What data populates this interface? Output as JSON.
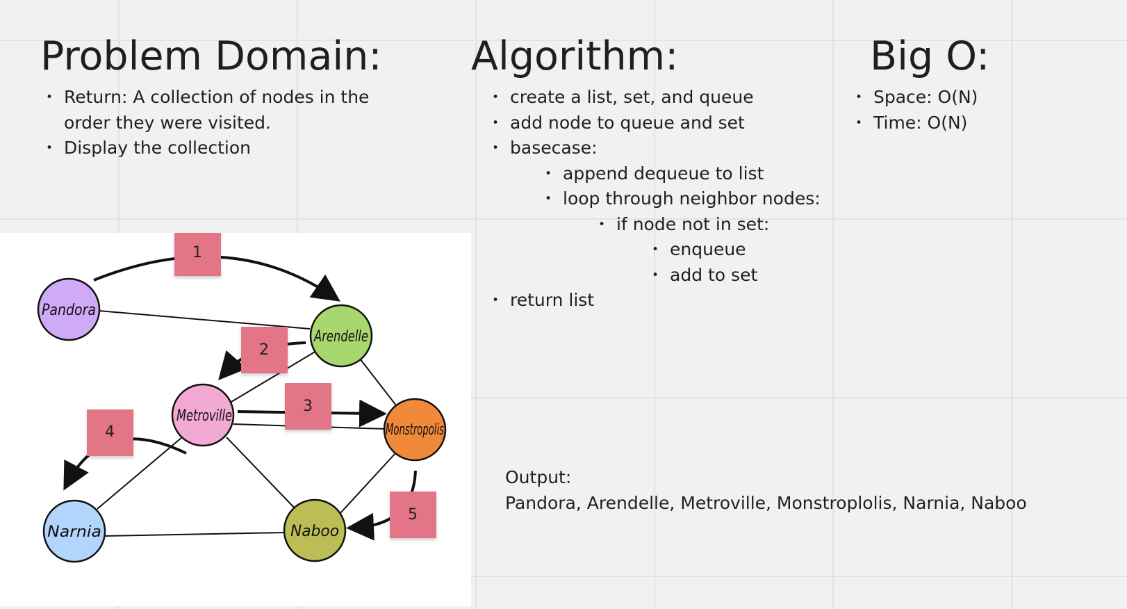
{
  "problem_domain": {
    "title": "Problem Domain:",
    "items": [
      "Return: A collection of nodes in the",
      "order they were visited.",
      "Display the collection"
    ]
  },
  "algorithm": {
    "title": "Algorithm:",
    "items": [
      "create a list, set, and queue",
      "add node to queue and set",
      "basecase:",
      "append dequeue to list",
      "loop through neighbor nodes:",
      "if node not in set:",
      "enqueue",
      "add to set",
      "return list"
    ]
  },
  "big_o": {
    "title": "Big O:",
    "items": [
      "Space: O(N)",
      "Time: O(N)"
    ]
  },
  "output": {
    "label": "Output:",
    "value": "Pandora, Arendelle, Metroville, Monstroplolis, Narnia, Naboo"
  },
  "graph": {
    "nodes": [
      {
        "id": "pandora",
        "label": "Pandora",
        "color": "#cfaaf7"
      },
      {
        "id": "arendelle",
        "label": "Arendelle",
        "color": "#a8d66f"
      },
      {
        "id": "metroville",
        "label": "Metroville",
        "color": "#f2a9d3"
      },
      {
        "id": "monstropolis",
        "label": "Monstropolis",
        "color": "#f08a3a"
      },
      {
        "id": "narnia",
        "label": "Narnia",
        "color": "#b3d5fb"
      },
      {
        "id": "naboo",
        "label": "Naboo",
        "color": "#bcbd55"
      }
    ],
    "sticky_notes": [
      "1",
      "2",
      "3",
      "4",
      "5"
    ],
    "sticky_color": "#e27586"
  }
}
